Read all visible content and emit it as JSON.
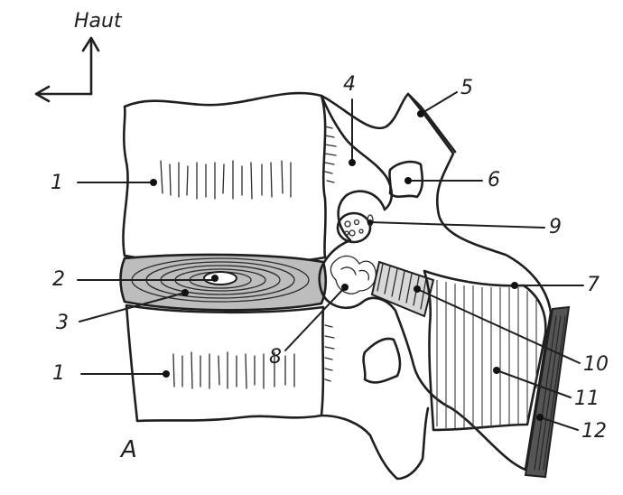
{
  "orientation": {
    "up_label": "Haut"
  },
  "labels": [
    {
      "id": "l1a",
      "text": "1"
    },
    {
      "id": "l1b",
      "text": "1"
    },
    {
      "id": "l2",
      "text": "2"
    },
    {
      "id": "l3",
      "text": "3"
    },
    {
      "id": "l4",
      "text": "4"
    },
    {
      "id": "l5",
      "text": "5"
    },
    {
      "id": "l6",
      "text": "6"
    },
    {
      "id": "l7",
      "text": "7"
    },
    {
      "id": "l8",
      "text": "8"
    },
    {
      "id": "l9",
      "text": "9"
    },
    {
      "id": "l10",
      "text": "10"
    },
    {
      "id": "l11",
      "text": "11"
    },
    {
      "id": "l12",
      "text": "12"
    }
  ],
  "signature": "A"
}
